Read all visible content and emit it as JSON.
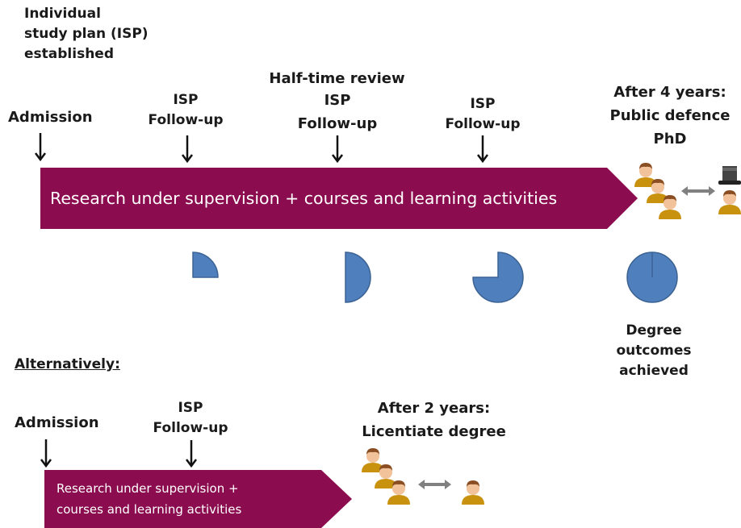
{
  "top": {
    "isp_established": "Individual\nstudy plan (ISP)\nestablished",
    "admission": "Admission",
    "followup_1": "ISP\nFollow-up",
    "half_time_title": "Half-time review",
    "followup_2": "ISP\nFollow-up",
    "followup_3": "ISP\nFollow-up",
    "after_years": "After 4 years:\nPublic defence\nPhD",
    "bar_text": "Research  under supervision + courses and learning activities",
    "degree_outcomes": "Degree\noutcomes\nachieved",
    "progress_fractions": [
      0.25,
      0.5,
      0.75,
      1.0
    ]
  },
  "bottom": {
    "alternatively": "Alternatively:",
    "admission": "Admission",
    "followup": "ISP\nFollow-up",
    "after_years": "After 2 years:\nLicentiate degree",
    "bar_text": "Research  under supervision +\ncourses and learning activities"
  },
  "colors": {
    "bar": "#8b0c4f",
    "pie": "#4f80bd",
    "pie_stroke": "#3b6293",
    "arrow_gray": "#808080",
    "person_body": "#c8920f",
    "person_skin": "#f2c29b",
    "person_hair": "#8a4e22"
  }
}
